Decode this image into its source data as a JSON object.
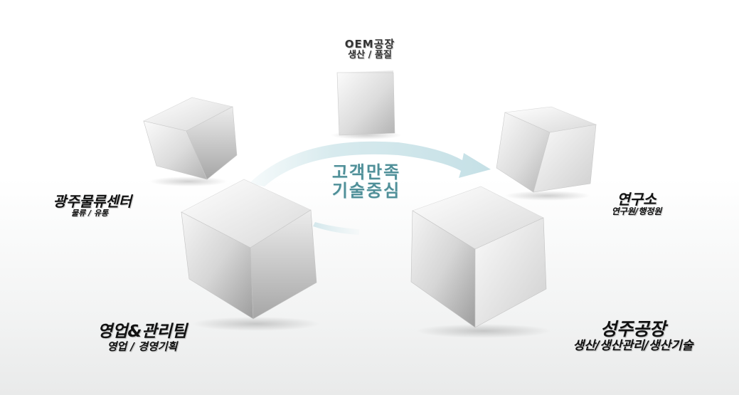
{
  "center": {
    "line1": "고객만족",
    "line2": "기술중심"
  },
  "nodes": {
    "oem": {
      "title": "OEM공장",
      "subtitle": "생산 / 품질"
    },
    "gwangju": {
      "title": "광주물류센터",
      "subtitle": "물류 / 유통"
    },
    "lab": {
      "title": "연구소",
      "subtitle": "연구원/행정원"
    },
    "sales": {
      "title": "영업&관리팀",
      "subtitle": "영업 / 경영기획"
    },
    "seongju": {
      "title": "성주공장",
      "subtitle": "생산/생산관리/생산기술"
    }
  },
  "colors": {
    "arrow": "#d3e8ec",
    "center_text": "#4f8f98",
    "cube_light": "#f7f7f7",
    "cube_dark": "#a9a9a9"
  }
}
